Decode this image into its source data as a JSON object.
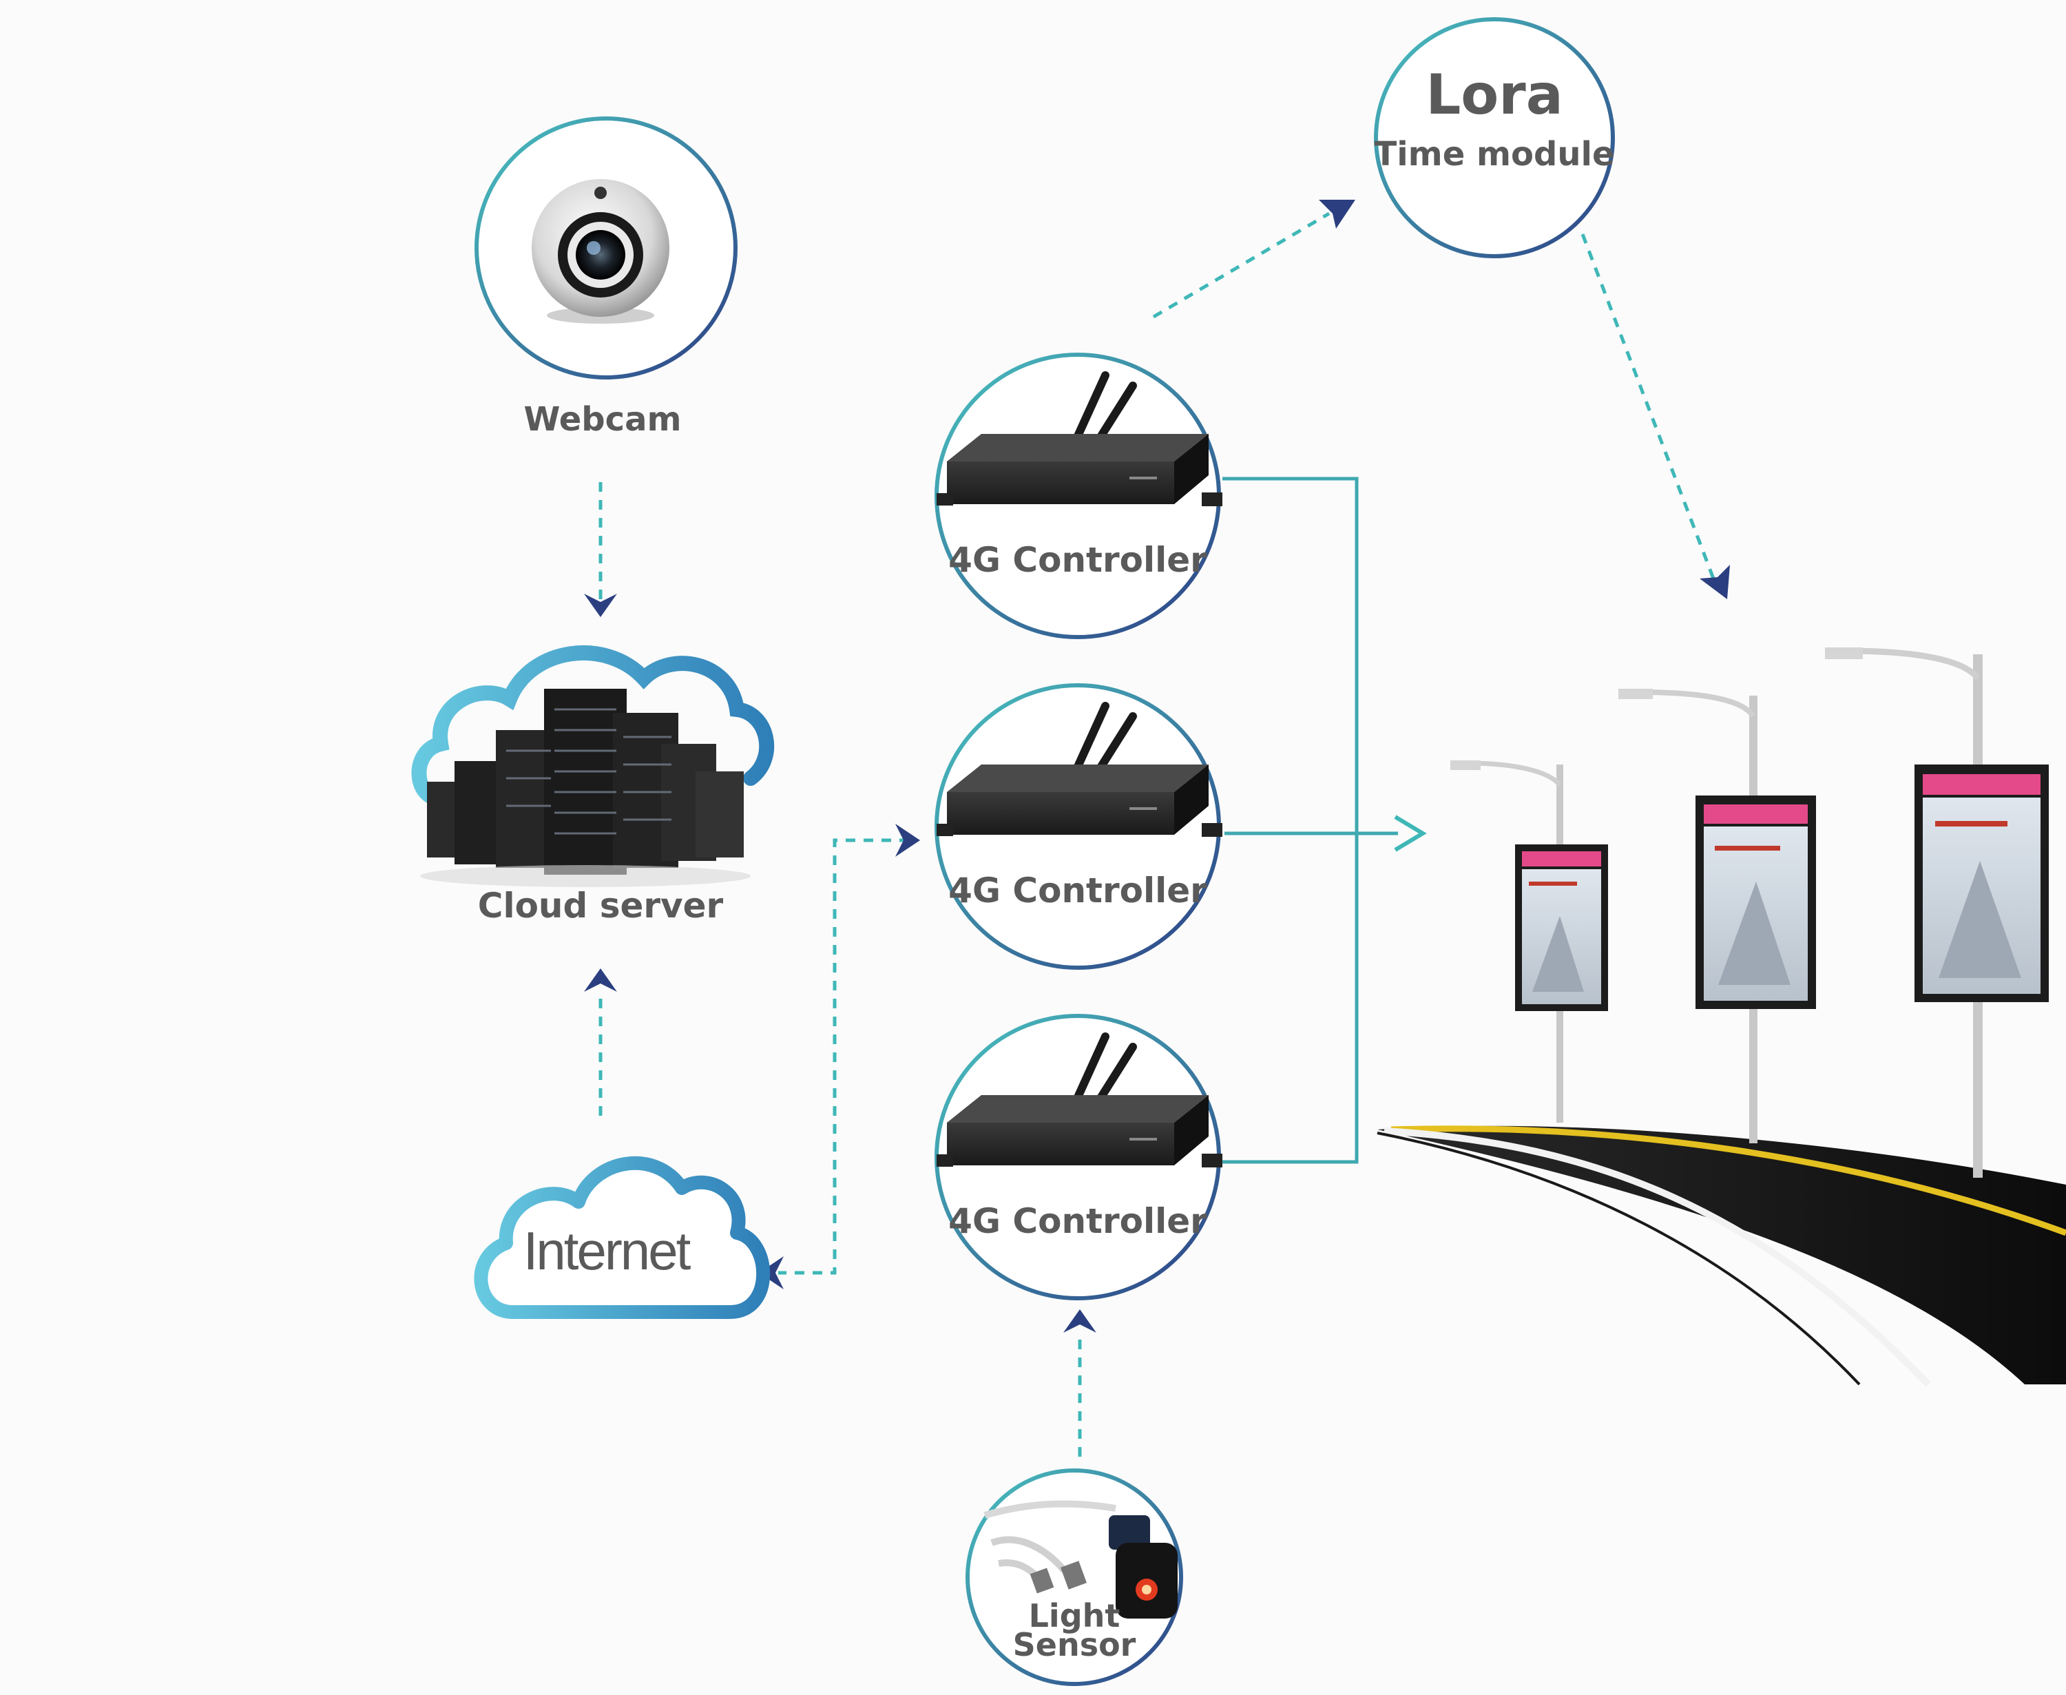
{
  "nodes": {
    "webcam": {
      "label": "Webcam"
    },
    "cloud_server": {
      "label": "Cloud server"
    },
    "internet": {
      "label": "Internet"
    },
    "lora": {
      "title": "Lora",
      "subtitle": "Time module"
    },
    "controller_top": {
      "label": "4G Controller"
    },
    "controller_middle": {
      "label": "4G Controller"
    },
    "controller_bottom": {
      "label": "4G Controller"
    },
    "light_sensor": {
      "label_line1": "Light",
      "label_line2": "Sensor"
    }
  },
  "colors": {
    "ring": "#3aa7b0",
    "ring_dark": "#2c3e7e",
    "connector": "#3fb7b7",
    "arrow_head": "#2b3f80",
    "label_text": "#5a5a5a",
    "cloud_outline": "#5ec4dd",
    "road": "#111111",
    "road_line_yellow": "#e4c020"
  },
  "icons": [
    "webcam-icon",
    "server-cloud-icon",
    "internet-cloud-icon",
    "router-icon",
    "light-sensor-icon",
    "street-pole-icon",
    "led-billboard-icon",
    "road-icon"
  ]
}
